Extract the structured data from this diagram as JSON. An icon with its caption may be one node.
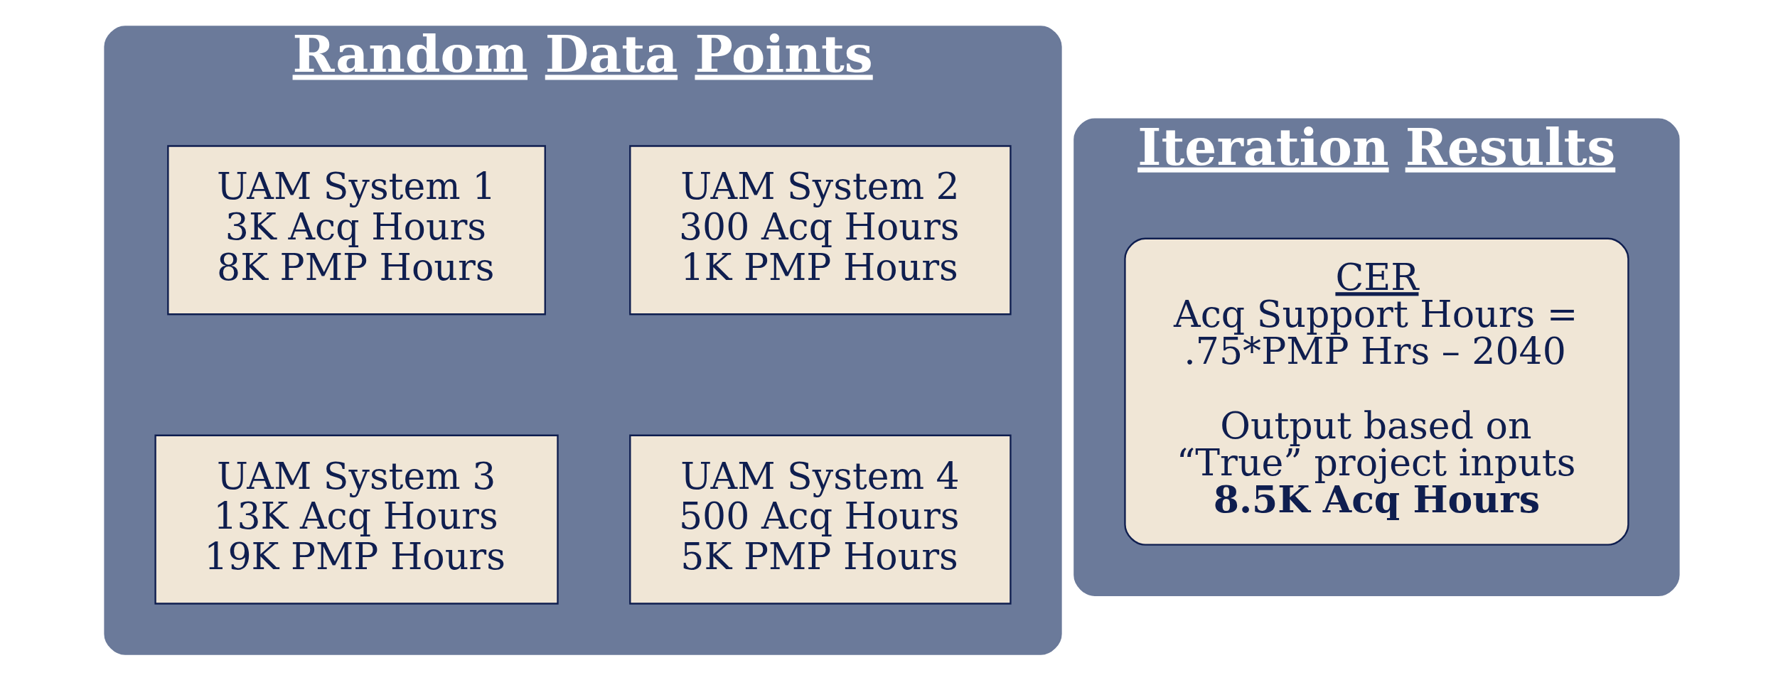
{
  "diagram": {
    "nodes": [
      {
        "text": [
          "Random Data Points"
        ]
      },
      {
        "text": [
          "UAM System 1",
          "3K Acq Hours",
          "8K PMP Hours"
        ],
        "in": 0
      },
      {
        "text": [
          "UAM System 2",
          "300 Acq Hours",
          "1K PMP Hours"
        ],
        "in": 0
      },
      {
        "text": [
          "UAM System 3",
          "13K Acq Hours",
          "19K PMP Hours"
        ],
        "in": 0
      },
      {
        "text": [
          "UAM System 4",
          "500 Acq Hours",
          "5K PMP Hours"
        ],
        "in": 0
      },
      {
        "text": [
          "Iteration Results"
        ]
      },
      {
        "text": [
          "CER",
          "Acq Support Hours = .75*PMP Hrs – 2040",
          "Output based on “True” project inputs",
          "8.5K Acq Hours"
        ],
        "in": 5
      }
    ],
    "edges": []
  }
}
